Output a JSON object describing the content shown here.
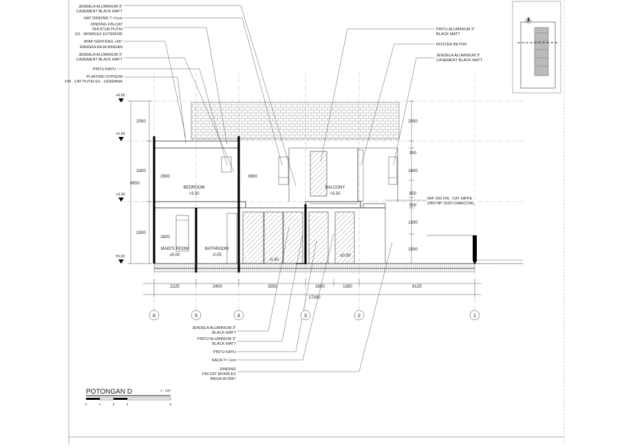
{
  "drawing": {
    "title": "POTONGAN D",
    "scale": "1 : 100",
    "scale_bar_labels": [
      "0",
      "1",
      "2",
      "3",
      "6"
    ]
  },
  "annotations_left": [
    "JENDELA ALUMINIUM 3\"",
    "CASEMENT BLACK MATT",
    "NAT DINDING T =1cm",
    "DINDING FIN.CAT",
    "TEKSTUR PUTIH",
    "EX . MOWILEX EXTERIOR",
    "ATAP GENTENG <45°",
    "RANGKA BAJA RINGAN",
    "JENDELA ALUMINIUM 3\"",
    "CASEMENT BLACK MATT",
    "PINTU KAYU",
    "PLAFOND GYPSUM",
    "FIN . CAT PUTIH EX . CENDANA"
  ],
  "annotations_right": [
    "PINTU ALUMINIUM 3\"",
    "BLACK MATT",
    "ROSTER BETON",
    "JENDELA ALUMINIUM 3\"",
    "CASEMENT BLACK MATT"
  ],
  "annotation_iwf": [
    "IWF 200 FIN . CAT NIPPE",
    "2000 NP 1033 CHARCOAL"
  ],
  "annotations_bottom": [
    "JENDELA ALUMINIUM 3\"",
    "BLACK MATT",
    "PINTU ALUMINIUM 3\"",
    "BLACK MATT",
    "PINTU KAYU",
    "KACA T= 1cm",
    "DINDING",
    "FIN.CAT MOWILEX",
    "MEGA W-0967"
  ],
  "levels": [
    "+8.65",
    "+6.60",
    "+3.30",
    "±0.00"
  ],
  "dims_left_outer": [
    "8650"
  ],
  "dims_left": [
    "2050",
    "3300",
    "3300"
  ],
  "dims_inner": [
    "2800",
    "2800",
    "3800"
  ],
  "dims_right": [
    "2050",
    "350",
    "1600",
    "850",
    "500",
    "1300",
    "1500"
  ],
  "dims_bottom": [
    "2225",
    "2400",
    "3550",
    "1650",
    "1350",
    "6125"
  ],
  "dim_total": "17300",
  "rooms": {
    "bedroom": {
      "name": "BEDROOM",
      "level": "+3.30"
    },
    "balcony": {
      "name": "BALCONY",
      "level": "+3.30"
    },
    "maids_room": {
      "name": "MAID'S ROOM",
      "level": "±0.00"
    },
    "bathroom": {
      "name": "BATHROOM",
      "level": "-0.05"
    },
    "living_level": "-0.30",
    "terrace_level": "±0.00"
  },
  "grid_labels": [
    "6",
    "5",
    "4",
    "3",
    "2",
    "1"
  ]
}
